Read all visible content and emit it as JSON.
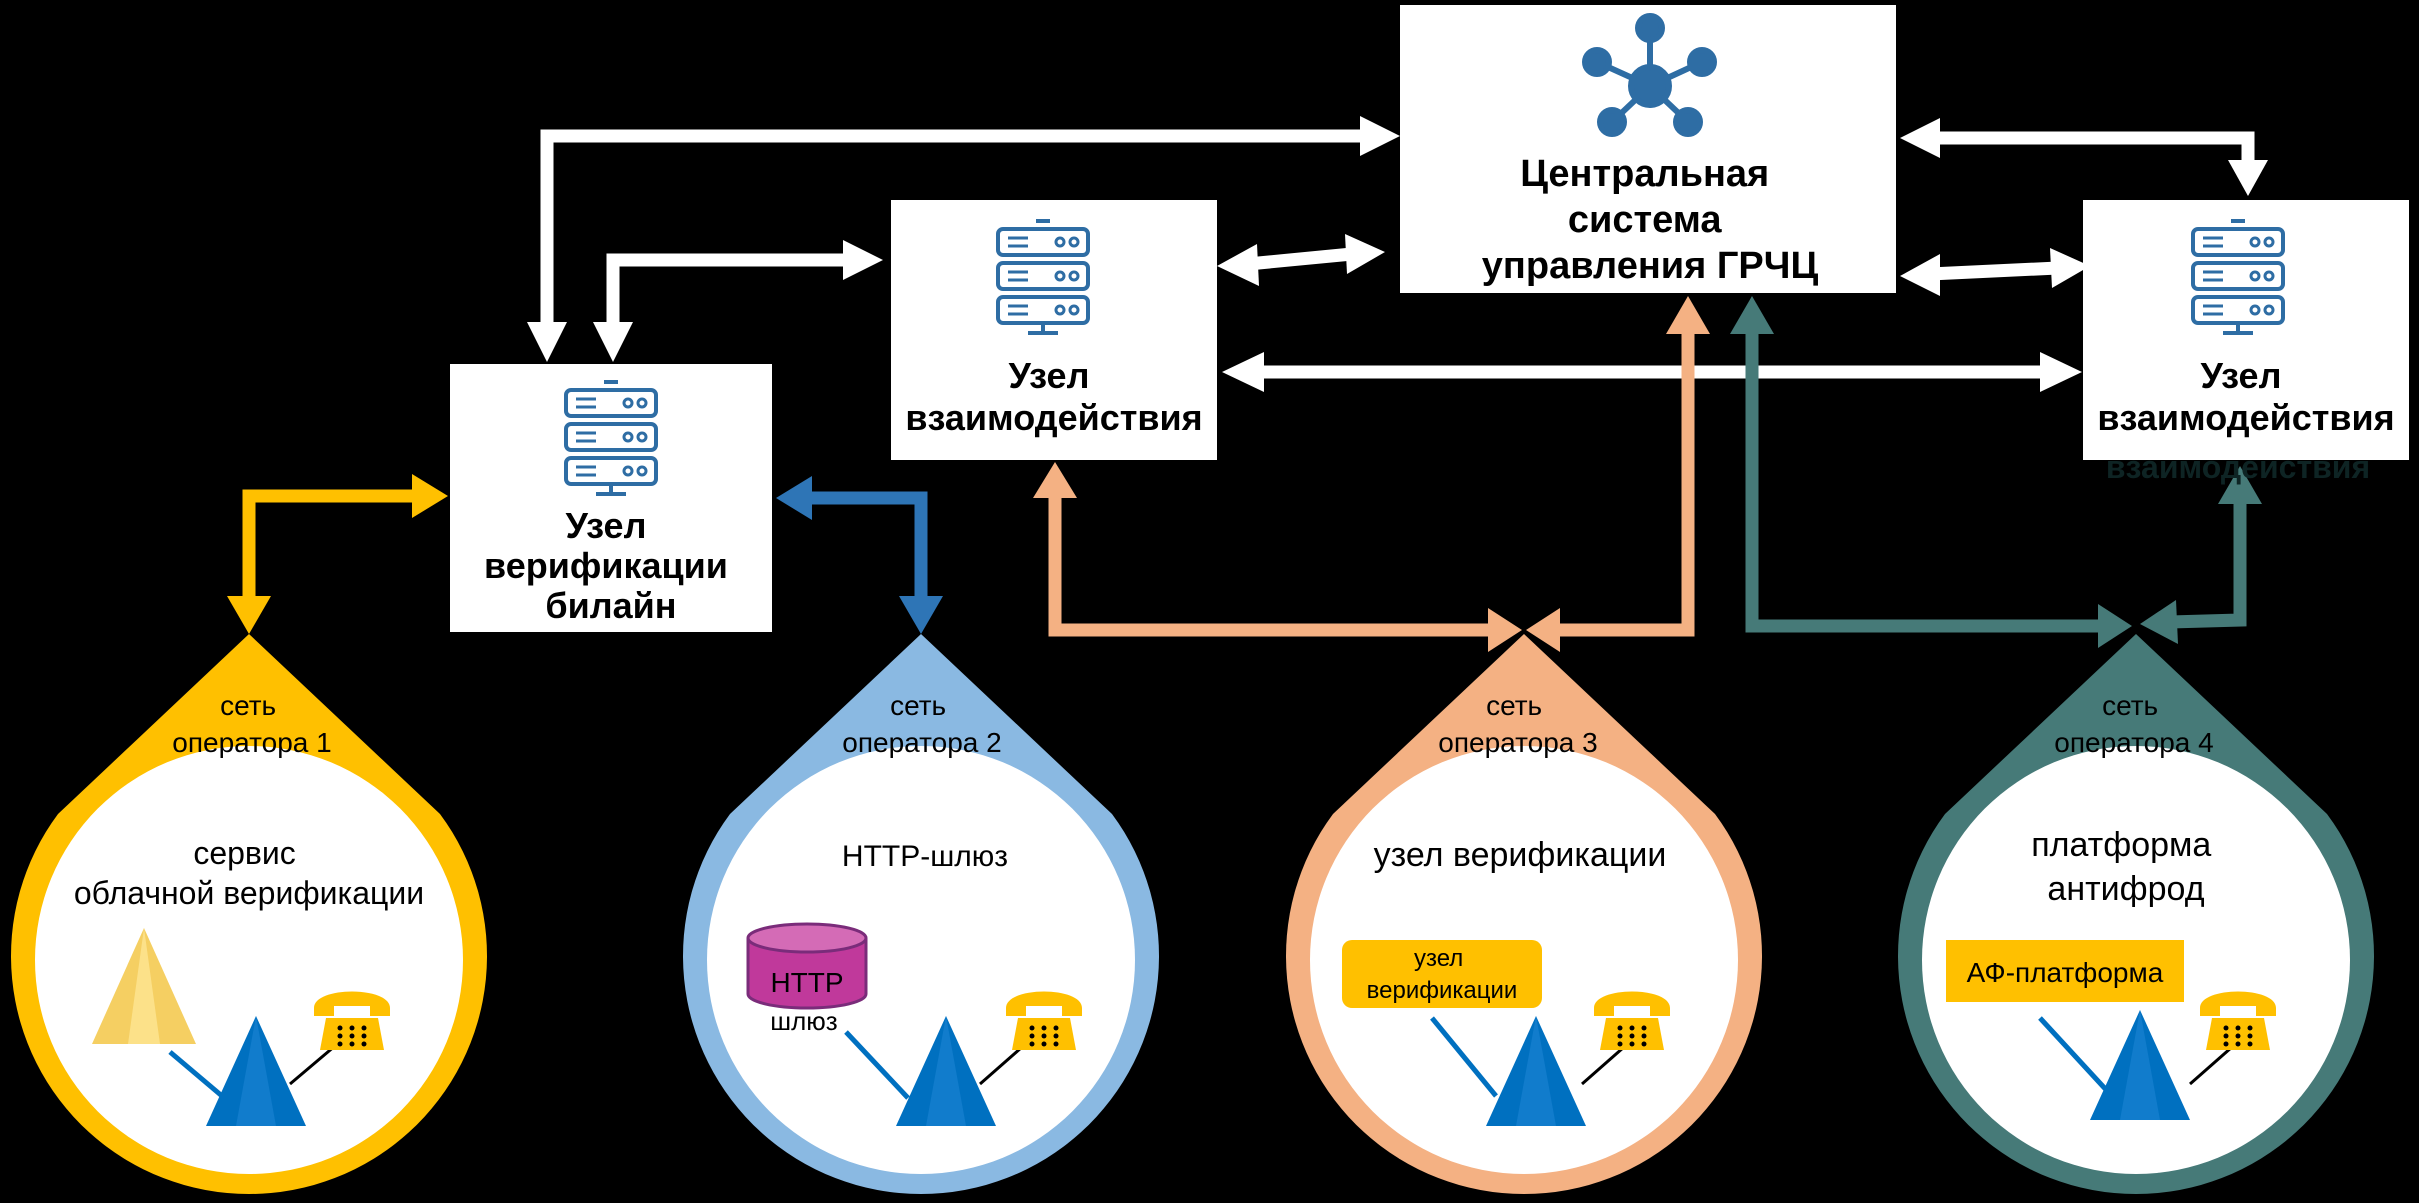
{
  "colors": {
    "background": "#000000",
    "box": "#ffffff",
    "white_arrow": "#ffffff",
    "operator1": "#ffc000",
    "operator2": "#2e75b6",
    "operator2_ring": "#8ab9e2",
    "operator3": "#f4b183",
    "operator4": "#467a78",
    "icon_blue": "#2e6da4",
    "cell_tower": "#0070c0",
    "phone": "#ffc000",
    "http_db": "#c0399b",
    "label_yellow": "#ffc000"
  },
  "nodes": {
    "central": {
      "title": [
        "Центральная",
        "система",
        "управления ГРЧЦ"
      ],
      "icon": "network-hub-icon"
    },
    "node_left": {
      "title": [
        "Узел",
        "взаимодействия"
      ],
      "icon": "server-rack-icon"
    },
    "node_right": {
      "title": [
        "Узел",
        "взаимодействия"
      ],
      "icon": "server-rack-icon",
      "ghost_text": "взаимодействия"
    },
    "beeline": {
      "title": [
        "Узел",
        "верификации",
        "билайн"
      ],
      "icon": "server-rack-icon"
    }
  },
  "operators": [
    {
      "label": [
        "сеть",
        "оператора 1"
      ],
      "service": [
        "сервис",
        "облачной верификации"
      ],
      "element": {
        "type": "pyramid",
        "icon": "cloud-pyramid-icon"
      },
      "color_key": "operator1"
    },
    {
      "label": [
        "сеть",
        "оператора 2"
      ],
      "service": [
        "HTTP-шлюз"
      ],
      "element": {
        "type": "database",
        "text": "HTTP",
        "caption": "шлюз",
        "icon": "database-icon"
      },
      "color_key": "operator2"
    },
    {
      "label": [
        "сеть",
        "оператора 3"
      ],
      "service": [
        "узел верификации"
      ],
      "element": {
        "type": "badge",
        "text": [
          "узел",
          "верификации"
        ]
      },
      "color_key": "operator3"
    },
    {
      "label": [
        "сеть",
        "оператора 4"
      ],
      "service": [
        "платформа",
        "антифрод"
      ],
      "element": {
        "type": "badge",
        "text": [
          "АФ-платформа"
        ]
      },
      "color_key": "operator4"
    }
  ]
}
